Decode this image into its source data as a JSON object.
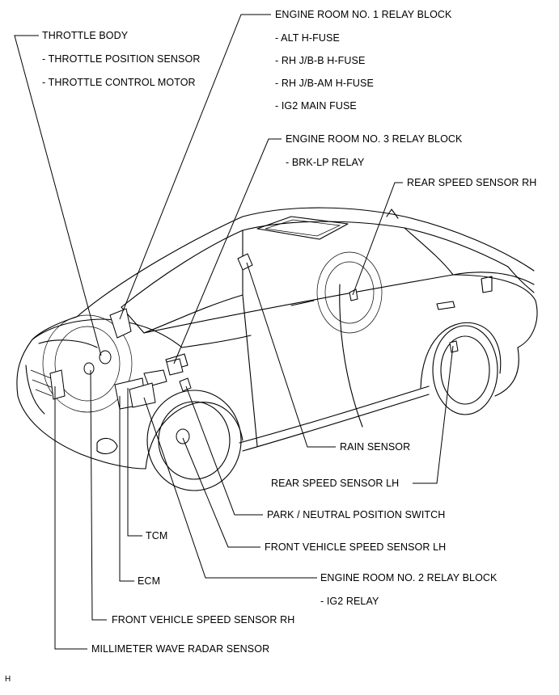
{
  "labels": {
    "throttle_body": "THROTTLE BODY",
    "throttle_position_sensor": "- THROTTLE POSITION SENSOR",
    "throttle_control_motor": "- THROTTLE CONTROL MOTOR",
    "engine_room_1": "ENGINE ROOM NO. 1 RELAY BLOCK",
    "alt_hfuse": "- ALT H-FUSE",
    "rh_jb_b": "- RH J/B-B H-FUSE",
    "rh_jb_am": "- RH J/B-AM H-FUSE",
    "ig2_main": "- IG2 MAIN FUSE",
    "engine_room_3": "ENGINE ROOM NO. 3 RELAY BLOCK",
    "brk_lp": "- BRK-LP RELAY",
    "rear_speed_rh": "REAR SPEED SENSOR RH",
    "rain_sensor": "RAIN SENSOR",
    "rear_speed_lh": "REAR SPEED SENSOR LH",
    "park_neutral": "PARK / NEUTRAL POSITION SWITCH",
    "front_speed_lh": "FRONT VEHICLE SPEED SENSOR LH",
    "tcm": "TCM",
    "engine_room_2": "ENGINE ROOM NO. 2 RELAY BLOCK",
    "ecm": "ECM",
    "ig2_relay": "- IG2 RELAY",
    "front_speed_rh": "FRONT VEHICLE SPEED SENSOR RH",
    "millimeter_radar": "MILLIMETER WAVE RADAR SENSOR",
    "corner_mark": "H"
  }
}
